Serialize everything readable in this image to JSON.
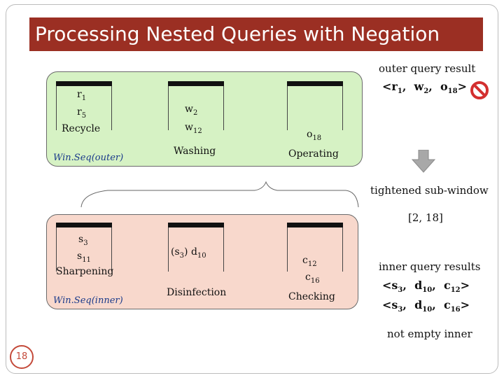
{
  "title": "Processing Nested Queries with Negation",
  "outer_result_label": "outer query result",
  "outer_result": {
    "open": "<",
    "r": "r",
    "r_sub": "1",
    "w": "w",
    "w_sub": "2",
    "o": "o",
    "o_sub": "18",
    "close": ">"
  },
  "outer_stream": {
    "label": "Win.Seq(outer)",
    "windows": [
      {
        "name": "Recycle",
        "items": [
          {
            "base": "r",
            "sub": "1"
          },
          {
            "base": "r",
            "sub": "5"
          }
        ]
      },
      {
        "name": "Washing",
        "items": [
          {
            "base": "w",
            "sub": "2"
          },
          {
            "base": "w",
            "sub": "12"
          }
        ]
      },
      {
        "name": "Operating",
        "items": [
          {
            "base": "o",
            "sub": "18"
          }
        ]
      }
    ]
  },
  "tightened_label": "tightened sub-window",
  "sub_window_range": "[2, 18]",
  "inner_stream": {
    "label": "Win.Seq(inner)",
    "windows": [
      {
        "name": "Sharpening",
        "items": [
          {
            "base": "s",
            "sub": "3"
          },
          {
            "base": "s",
            "sub": "11"
          }
        ]
      },
      {
        "name": "Disinfection",
        "items": [
          {
            "prefix": "(s",
            "prefix_sub": "3",
            "prefix_close": ") ",
            "base": "d",
            "sub": "10"
          }
        ]
      },
      {
        "name": "Checking",
        "items": [
          {
            "base": "c",
            "sub": "12"
          },
          {
            "base": "c",
            "sub": "16"
          }
        ]
      }
    ]
  },
  "inner_results_label": "inner query results",
  "inner_results": [
    {
      "open": "<",
      "s": "s",
      "s_sub": "3",
      "d": "d",
      "d_sub": "10",
      "c": "c",
      "c_sub": "12",
      "close": ">"
    },
    {
      "open": "<",
      "s": "s",
      "s_sub": "3",
      "d": "d",
      "d_sub": "10",
      "c": "c",
      "c_sub": "16",
      "close": ">"
    }
  ],
  "not_empty_label": "not empty inner",
  "page_number": "18",
  "colors": {
    "title_bg": "#9b2f23",
    "outer_panel": "#d6f2c4",
    "inner_panel": "#f8d8cc",
    "stream_label": "#1a3a8a",
    "no_sign": "#d32f2f",
    "arrow": "#a8a8a8"
  }
}
